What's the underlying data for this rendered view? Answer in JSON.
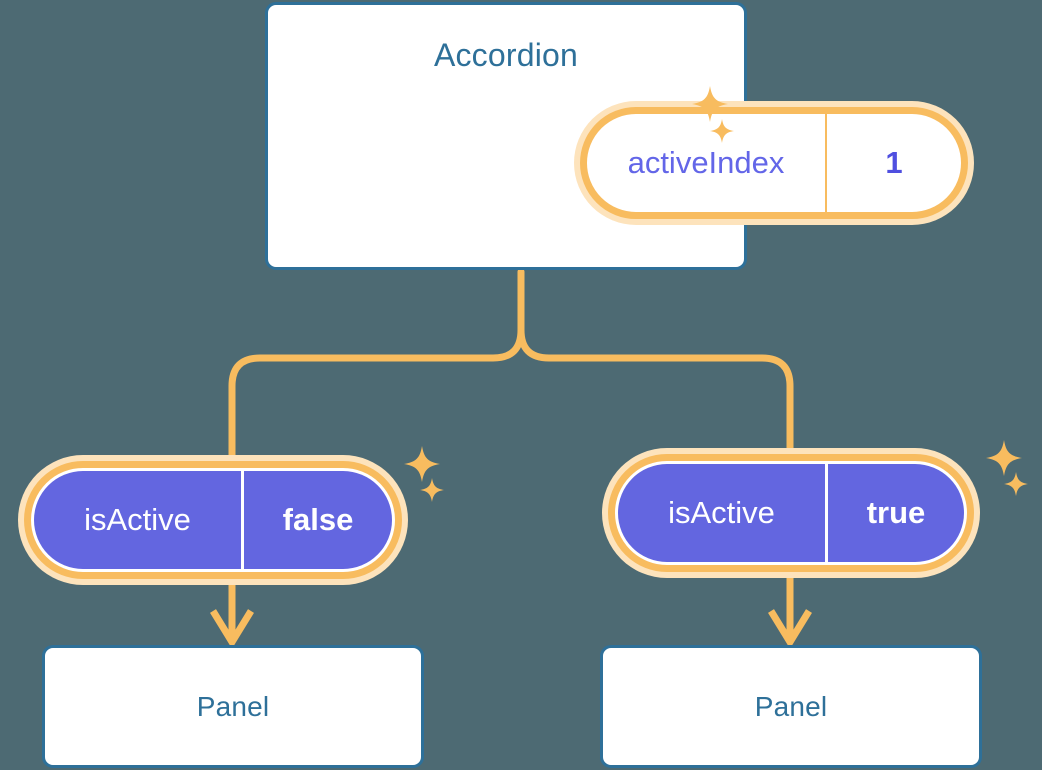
{
  "background_color": "#4d6a73",
  "palette": {
    "card_border": "#2e7099",
    "card_title_text": "#2e7099",
    "pill_ring": "#f8bc5f",
    "pill_halo": "#fde3bc",
    "pill_active_fill": "#6366e0",
    "prop_key_text": "#6366e8",
    "prop_value_text": "#4f4fe0",
    "connector": "#f8bc5f",
    "sparkle": "#f8bc5f"
  },
  "diagram": {
    "type": "component-tree",
    "root": {
      "name": "accordion-node",
      "title": "Accordion",
      "prop": {
        "key": "activeIndex",
        "value": "1",
        "style": "white"
      }
    },
    "children": [
      {
        "name": "panel-branch-left",
        "prop": {
          "key": "isActive",
          "value": "false",
          "style": "filled"
        },
        "title": "Panel"
      },
      {
        "name": "panel-branch-right",
        "prop": {
          "key": "isActive",
          "value": "true",
          "style": "filled"
        },
        "title": "Panel"
      }
    ]
  },
  "icons": {
    "sparkle_large": "sparkle-icon",
    "sparkle_small": "sparkle-icon",
    "arrow_down": "arrow-down-icon"
  }
}
